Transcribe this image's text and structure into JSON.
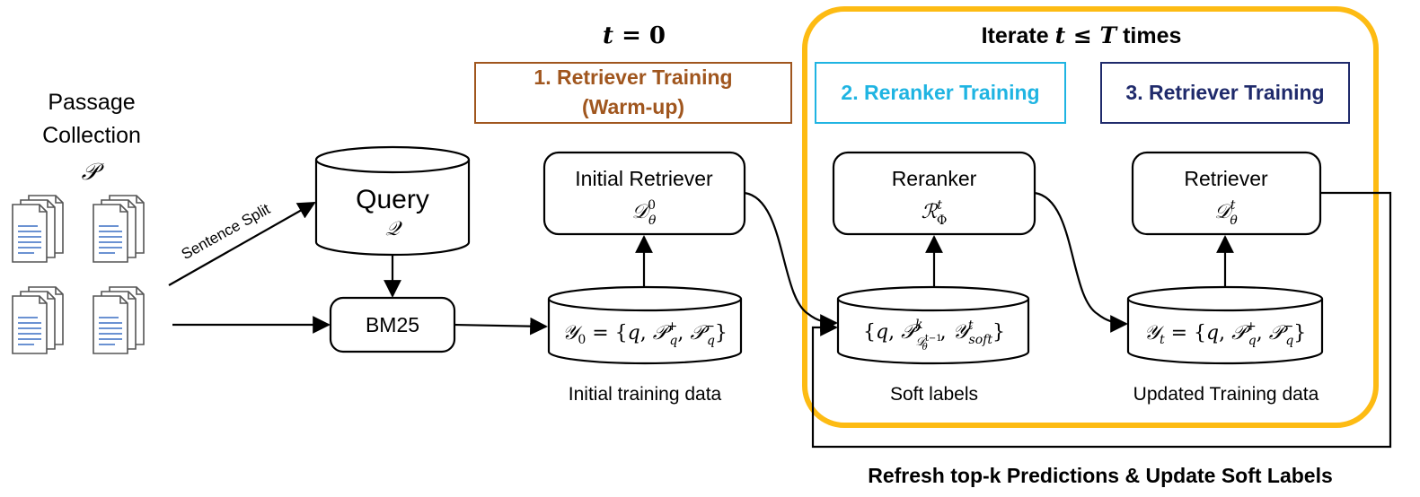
{
  "passage": {
    "label_line1": "Passage",
    "label_line2": "Collection",
    "symbol": "𝒫"
  },
  "sentence_split": "Sentence Split",
  "query": {
    "label": "Query",
    "symbol": "𝒬"
  },
  "bm25": "BM25",
  "t0_header": {
    "var": "t",
    "eq": " = 0"
  },
  "stage1": {
    "line1": "1. Retriever Training",
    "line2": "(Warm-up)"
  },
  "initial_retriever": {
    "label": "Initial Retriever",
    "sym": "𝒟",
    "sup": "0",
    "sub": "θ"
  },
  "initial_data": {
    "y": "𝒴",
    "y_sub": "0",
    "eq": " = {",
    "q": "q",
    "comma": ", ",
    "p": "𝒫",
    "p_plus_sub": "q",
    "p_plus_sup": "+",
    "p_minus_sub": "q",
    "p_minus_sup": "−",
    "close": "}"
  },
  "initial_caption": "Initial training data",
  "iterate_header": {
    "prefix": "Iterate ",
    "var": "t",
    "le": " ≤ ",
    "T": "T",
    "suffix": " times"
  },
  "stage2": "2. Reranker Training",
  "stage3": "3. Retriever Training",
  "reranker": {
    "label": "Reranker",
    "sym": "ℛ",
    "sup": "t",
    "sub": "Φ"
  },
  "soft_data": {
    "open": "{",
    "q": "q",
    "comma": ", ",
    "p": "𝒫",
    "p_sup": "k",
    "p_sub": "𝒟",
    "p_sub_sub": "θ",
    "p_sub_sup": "t−1",
    "y": "𝒴",
    "y_sup": "t",
    "y_sub": "soft",
    "close": "}"
  },
  "soft_caption": "Soft labels",
  "retriever": {
    "label": "Retriever",
    "sym": "𝒟",
    "sup": "t",
    "sub": "θ"
  },
  "updated_data": {
    "y": "𝒴",
    "y_sub": "t",
    "eq": " = {",
    "q": "q",
    "comma": ", ",
    "p": "𝒫",
    "p_plus_sub": "q",
    "p_plus_sup": "+",
    "p_minus_sub": "q",
    "p_minus_sup": "−",
    "close": "}"
  },
  "updated_caption": "Updated Training data",
  "refresh_caption": "Refresh top-k Predictions & Update Soft Labels",
  "colors": {
    "stage1": "#A0561E",
    "stage2": "#1FB4E2",
    "stage3": "#1F2A6B",
    "iterate_frame": "#FDBB13",
    "doc_lines": "#3A6FC4"
  }
}
